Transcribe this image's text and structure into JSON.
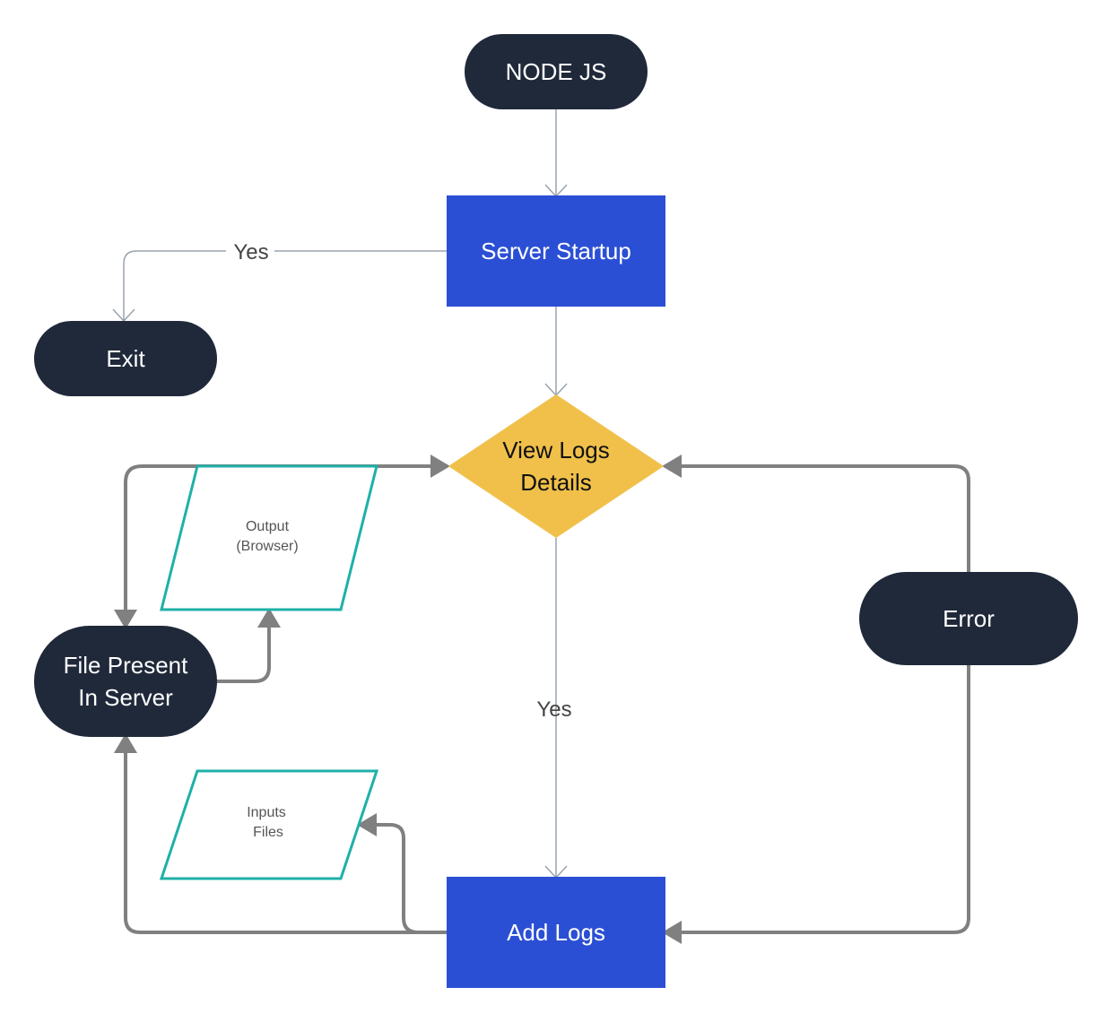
{
  "nodes": {
    "node_js": "NODE JS",
    "server_startup": "Server Startup",
    "exit": "Exit",
    "view_logs": [
      "View Logs",
      "Details"
    ],
    "output": [
      "Output",
      "(Browser)"
    ],
    "file_present": [
      "File Present",
      "In Server"
    ],
    "error": "Error",
    "inputs": [
      "Inputs",
      "Files"
    ],
    "add_logs": "Add Logs"
  },
  "edge_labels": {
    "yes_exit": "Yes",
    "yes_add_logs": "Yes"
  },
  "colors": {
    "terminal": "#20293a",
    "process": "#2b4fd4",
    "decision": "#f0c04a",
    "io_border": "#1fb0a8",
    "thin_line": "#9aa3ad",
    "thick_line": "#808080",
    "label_text": "#444444"
  }
}
